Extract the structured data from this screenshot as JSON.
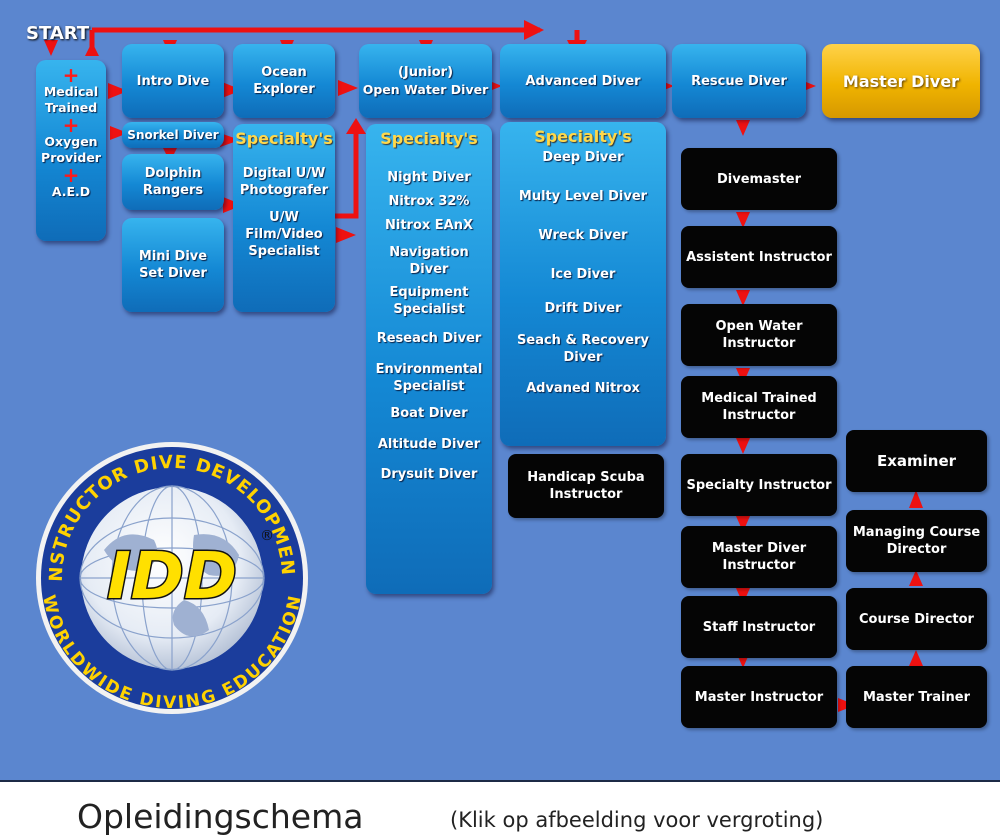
{
  "start": "START",
  "col1": {
    "items": [
      "Medical Trained",
      "Oxygen Provider",
      "A.E.D"
    ]
  },
  "intro_dive": "Intro Dive",
  "snorkel_diver": "Snorkel Diver",
  "dolphin_rangers": "Dolphin Rangers",
  "mini_dive": "Mini Dive Set Diver",
  "ocean_explorer": "Ocean Explorer",
  "ow_specialty": {
    "title": "Specialty's",
    "items": [
      "Digital U/W Photografer",
      "U/W Film/Video Specialist"
    ]
  },
  "open_water": {
    "line1": "(Junior)",
    "line2": "Open Water Diver"
  },
  "ow_specialties": {
    "title": "Specialty's",
    "items": [
      "Night Diver",
      "Nitrox 32%",
      "Nitrox EAnX",
      "Navigation Diver",
      "Equipment Specialist",
      "Reseach Diver",
      "Environmental Specialist",
      "Boat Diver",
      "Altitude Diver",
      "Drysuit Diver"
    ]
  },
  "advanced": "Advanced Diver",
  "adv_specialties": {
    "title": "Specialty's",
    "items": [
      "Deep Diver",
      "Multy Level Diver",
      "Wreck Diver",
      "Ice Diver",
      "Drift Diver",
      "Seach & Recovery Diver",
      "Advaned Nitrox"
    ]
  },
  "rescue": "Rescue Diver",
  "master_diver": "Master Diver",
  "pro_chain": [
    "Divemaster",
    "Assistent Instructor",
    "Open Water Instructor",
    "Medical Trained Instructor",
    "Specialty Instructor",
    "Master Diver Instructor",
    "Staff Instructor",
    "Master Instructor"
  ],
  "handicap": "Handicap Scuba Instructor",
  "trainer_chain": [
    "Master Trainer",
    "Course Director",
    "Managing Course Director",
    "Examiner"
  ],
  "logo": {
    "ring_top": "INSTRUCTOR DIVE DEVELOPMENT",
    "ring_bottom": "WORLDWIDE DIVING EDUCATION",
    "mark": "IDD",
    "registered": "®"
  },
  "caption": {
    "title": "Opleidingschema",
    "hint": "(Klik op afbeelding voor vergroting)"
  },
  "colors": {
    "background": "#5b86cf",
    "box_blue": "#1488d4",
    "box_black": "#050505",
    "gold": "#f0b400",
    "arrow": "#ee1111",
    "specialty_title": "#ffd84a"
  }
}
